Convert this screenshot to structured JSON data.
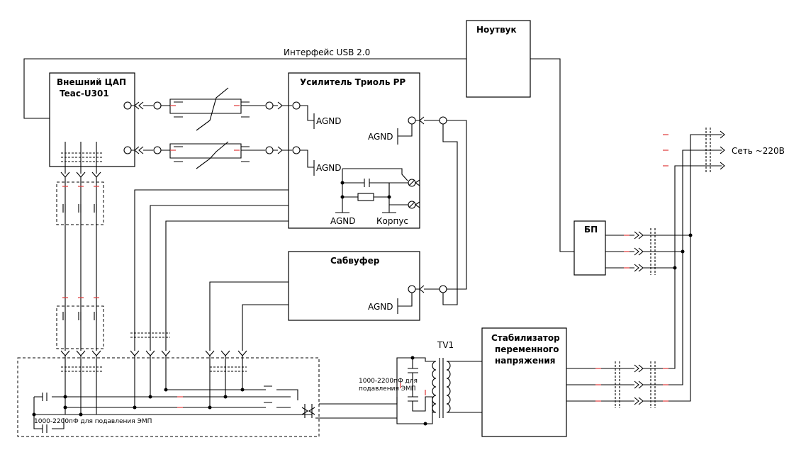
{
  "blocks": {
    "laptop": "Ноутвук",
    "dac_line1": "Внешний ЦАП",
    "dac_line2": "Teac-U301",
    "amp": "Усилитель Триоль РР",
    "sub": "Сабвуфер",
    "psu": "БП",
    "stab_line1": "Стабилизатор",
    "stab_line2": "переменного",
    "stab_line3": "напряжения"
  },
  "labels": {
    "usb": "Интерфейс USB 2.0",
    "mains": "Сеть ~220В",
    "agnd": "AGND",
    "chassis": "Корпус",
    "transformer": "TV1",
    "cap_note_bottom": "1000-2200пФ для подавления ЭМП",
    "cap_note_tr_line1": "1000-2200пФ для",
    "cap_note_tr_line2": "подавления ЭМП"
  }
}
